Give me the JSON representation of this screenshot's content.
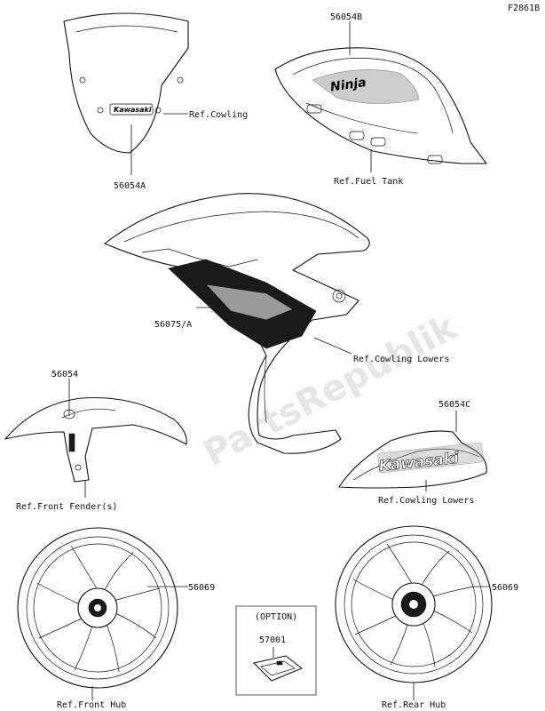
{
  "figure_id": "F2861B",
  "watermark": "PartsRepublik",
  "parts": [
    {
      "part_no": "56054A",
      "ref": "Ref.Cowling"
    },
    {
      "part_no": "56054B",
      "ref": "Ref.Fuel Tank"
    },
    {
      "part_no": "56075/A",
      "ref": "Ref.Cowling Lowers"
    },
    {
      "part_no": "56054",
      "ref": "Ref.Front Fender(s)"
    },
    {
      "part_no": "56054C",
      "ref": "Ref.Cowling Lowers"
    },
    {
      "part_no": "56069",
      "ref": "Ref.Front Hub"
    },
    {
      "part_no": "56069",
      "ref": "Ref.Rear Hub"
    },
    {
      "part_no": "57001",
      "ref": "(OPTION)"
    }
  ],
  "decal_text": {
    "windshield": "Kawasaki",
    "tank": "Ninja",
    "lower": "Kawasaki"
  }
}
